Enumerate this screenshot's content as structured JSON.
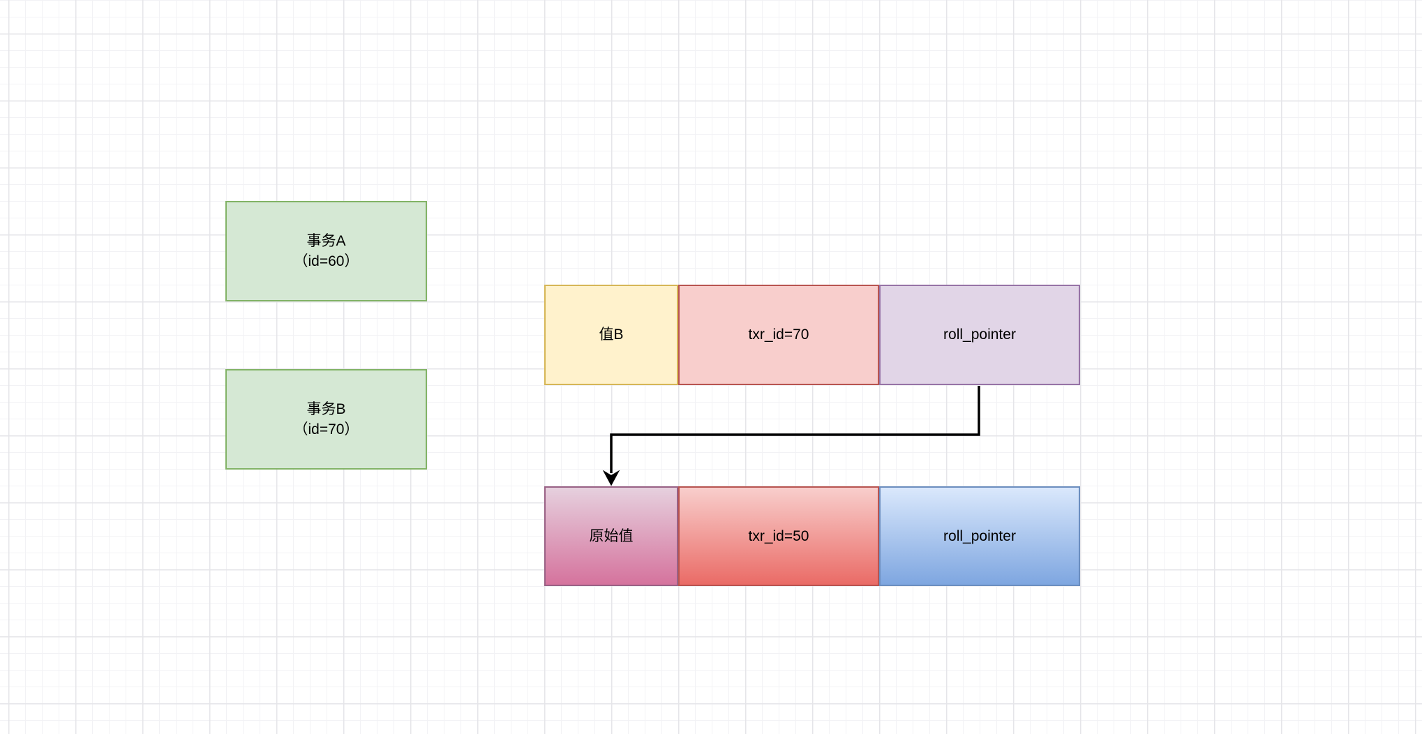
{
  "diagram": {
    "transaction_a": {
      "title": "事务A",
      "subtitle": "（id=60）"
    },
    "transaction_b": {
      "title": "事务B",
      "subtitle": "（id=70）"
    },
    "current_version_row": {
      "value": "值B",
      "txr_id": "txr_id=70",
      "roll_pointer": "roll_pointer"
    },
    "undo_version_row": {
      "value": "原始值",
      "txr_id": "txr_id=50",
      "roll_pointer": "roll_pointer"
    },
    "colors": {
      "transaction_fill": "#d5e8d4",
      "transaction_border": "#82b366",
      "value_cell_fill": "#fff2cc",
      "value_cell_border": "#d6b656",
      "txr_cell_fill": "#f8cecc",
      "txr_cell_border": "#b85450",
      "roll_pointer_fill": "#e1d5e7",
      "roll_pointer_border": "#9673a6",
      "undo_value_gradient_top": "#e6d0de",
      "undo_value_gradient_bottom": "#d5739d",
      "undo_value_border": "#996185",
      "undo_txr_gradient_top": "#f8cecc",
      "undo_txr_gradient_bottom": "#ea6b66",
      "undo_txr_border": "#b85450",
      "undo_roll_gradient_top": "#dae8fc",
      "undo_roll_gradient_bottom": "#7ea6e0",
      "undo_roll_border": "#6c8ebf",
      "arrow": "#000000"
    }
  }
}
